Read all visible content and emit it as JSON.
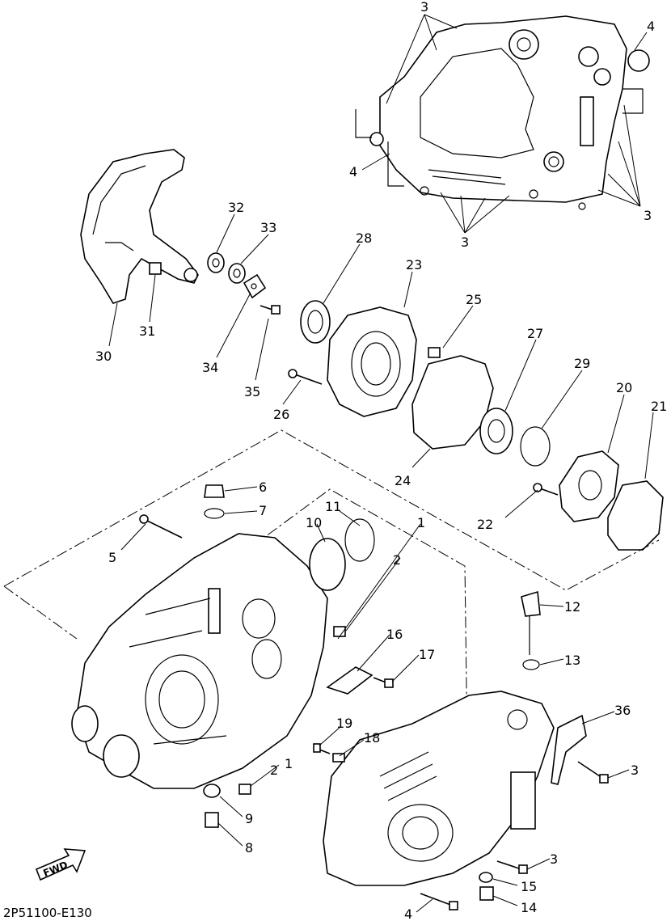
{
  "diagram": {
    "drawing_code": "2P51100-E130",
    "fwd_label": "FWD",
    "callouts": [
      {
        "id": "c3a",
        "text": "3"
      },
      {
        "id": "c4a",
        "text": "4"
      },
      {
        "id": "c4b",
        "text": "4"
      },
      {
        "id": "c3b",
        "text": "3"
      },
      {
        "id": "c3c",
        "text": "3"
      },
      {
        "id": "c32",
        "text": "32"
      },
      {
        "id": "c33",
        "text": "33"
      },
      {
        "id": "c28",
        "text": "28"
      },
      {
        "id": "c23",
        "text": "23"
      },
      {
        "id": "c25",
        "text": "25"
      },
      {
        "id": "c27",
        "text": "27"
      },
      {
        "id": "c29",
        "text": "29"
      },
      {
        "id": "c20",
        "text": "20"
      },
      {
        "id": "c21",
        "text": "21"
      },
      {
        "id": "c31",
        "text": "31"
      },
      {
        "id": "c30",
        "text": "30"
      },
      {
        "id": "c34",
        "text": "34"
      },
      {
        "id": "c35",
        "text": "35"
      },
      {
        "id": "c26",
        "text": "26"
      },
      {
        "id": "c24",
        "text": "24"
      },
      {
        "id": "c22",
        "text": "22"
      },
      {
        "id": "c6",
        "text": "6"
      },
      {
        "id": "c7",
        "text": "7"
      },
      {
        "id": "c5",
        "text": "5"
      },
      {
        "id": "c11",
        "text": "11"
      },
      {
        "id": "c10",
        "text": "10"
      },
      {
        "id": "c1a",
        "text": "1"
      },
      {
        "id": "c2a",
        "text": "2"
      },
      {
        "id": "c12",
        "text": "12"
      },
      {
        "id": "c13",
        "text": "13"
      },
      {
        "id": "c16",
        "text": "16"
      },
      {
        "id": "c17",
        "text": "17"
      },
      {
        "id": "c36",
        "text": "36"
      },
      {
        "id": "c19",
        "text": "19"
      },
      {
        "id": "c18",
        "text": "18"
      },
      {
        "id": "c2b",
        "text": "2"
      },
      {
        "id": "c1b",
        "text": "1"
      },
      {
        "id": "c3d",
        "text": "3"
      },
      {
        "id": "c9",
        "text": "9"
      },
      {
        "id": "c8",
        "text": "8"
      },
      {
        "id": "c3e",
        "text": "3"
      },
      {
        "id": "c15",
        "text": "15"
      },
      {
        "id": "c14",
        "text": "14"
      },
      {
        "id": "c4c",
        "text": "4"
      }
    ]
  }
}
